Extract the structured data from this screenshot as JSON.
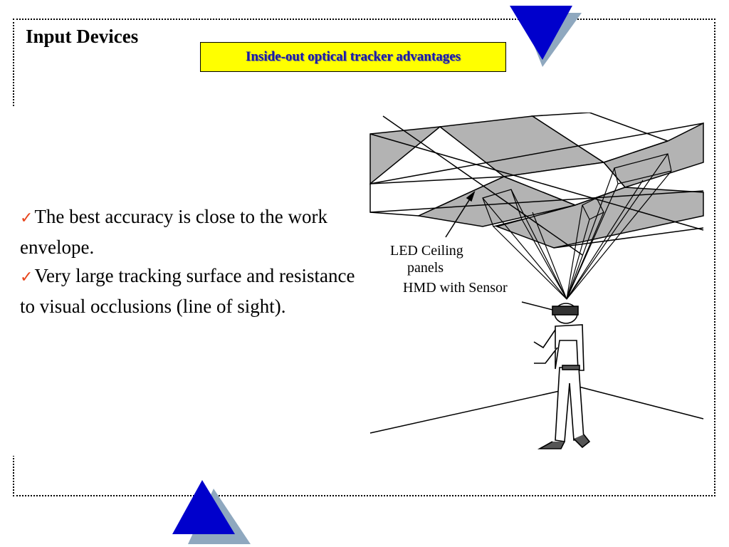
{
  "slide": {
    "title": "Input Devices",
    "subtitle": "Inside-out optical tracker advantages",
    "bullets": [
      {
        "check": "✓",
        "text": "The best accuracy is close to the work envelope."
      },
      {
        "check": "✓",
        "text": "Very large tracking surface and resistance  to visual occlusions (line of sight)."
      }
    ]
  },
  "figure": {
    "label_led": "LED Ceiling",
    "label_led_2": "panels",
    "label_hmd": "HMD with Sensor"
  },
  "colors": {
    "subtitle_bg": "#ffff00",
    "subtitle_text": "#1a1aa8",
    "check": "#e8441b",
    "triangle_front": "#0000cc",
    "triangle_back": "#8fa8bf"
  }
}
